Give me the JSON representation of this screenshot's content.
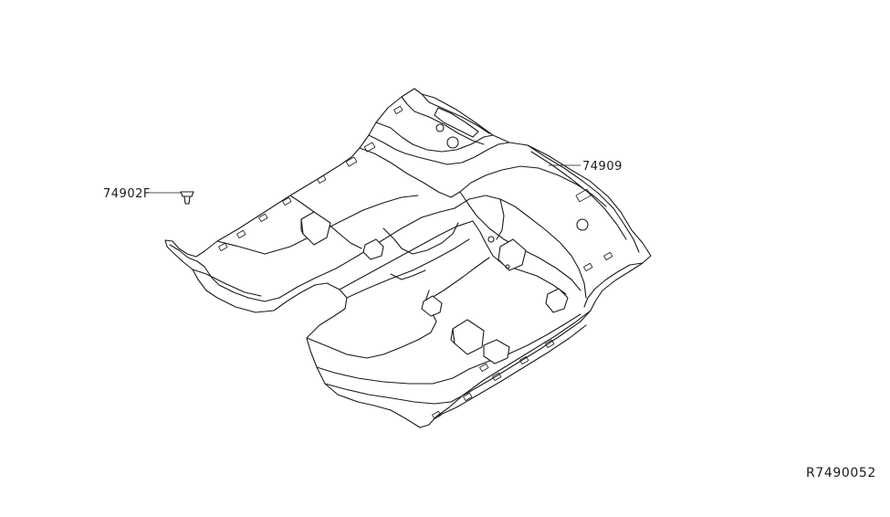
{
  "diagram": {
    "callouts": [
      {
        "id": "clip",
        "part_number": "74902F"
      },
      {
        "id": "floor-carpet",
        "part_number": "74909"
      }
    ],
    "reference_code": "R7490052"
  }
}
